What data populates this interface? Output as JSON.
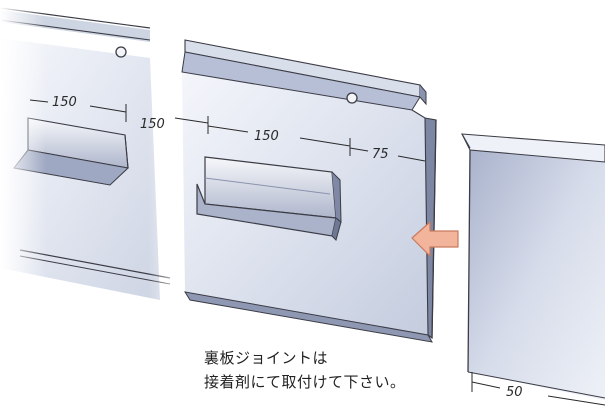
{
  "dimensions": {
    "left_panel_span": "150",
    "between_panels": "150",
    "rail_length": "150",
    "edge_offset": "75",
    "joint_width": "50"
  },
  "note": {
    "line1": "裏板ジョイントは",
    "line2": "接着剤にて取付けて下さい。"
  },
  "colors": {
    "steel_light": "#e9edf6",
    "steel_mid": "#b9c2d8",
    "steel_dark": "#6e7894",
    "edge": "#3c3c46",
    "arrow": "#f2b49a"
  },
  "icons": {
    "insert_direction": "arrow-left-icon"
  }
}
